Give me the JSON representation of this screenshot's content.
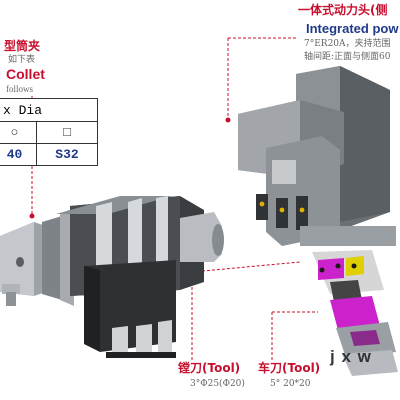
{
  "collet": {
    "title_cn": "型筒夹",
    "subtitle_cn": "如下表",
    "title_en": "Collet",
    "follows": "follows",
    "table": {
      "header": "x Dia",
      "symbols": [
        "○",
        "□"
      ],
      "values": [
        "40",
        "S32"
      ]
    }
  },
  "power_head": {
    "title_cn": "一体式动力头(侧",
    "title_en": "Integrated pow",
    "spec_line1": "7°ER20A，夹持范围",
    "spec_line2": "轴间距:正面与侧面60"
  },
  "tools": {
    "boring_label": "镗刀(Tool)",
    "boring_spec": "3°Φ25(Φ20)",
    "turning_label": "车刀(Tool)",
    "turning_spec": "5° 20*20"
  },
  "watermark": "j x w"
}
